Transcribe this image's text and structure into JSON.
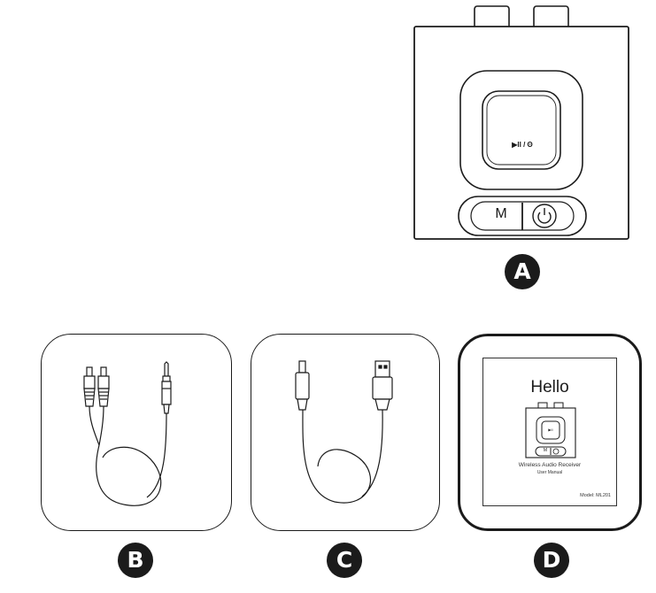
{
  "device": {
    "play_label": "▶II / ʘ",
    "mode_label": "M",
    "power_icon": "power-icon"
  },
  "labels": [
    "A",
    "B",
    "C",
    "D"
  ],
  "manual": {
    "title": "Hello",
    "product": "Wireless Audio Receiver",
    "subtitle": "User Manual",
    "model": "Model: ML201",
    "mini_mode_label": "M",
    "mini_play_label": "▶II"
  },
  "colors": {
    "line": "#1b1b1b",
    "background": "#ffffff"
  }
}
